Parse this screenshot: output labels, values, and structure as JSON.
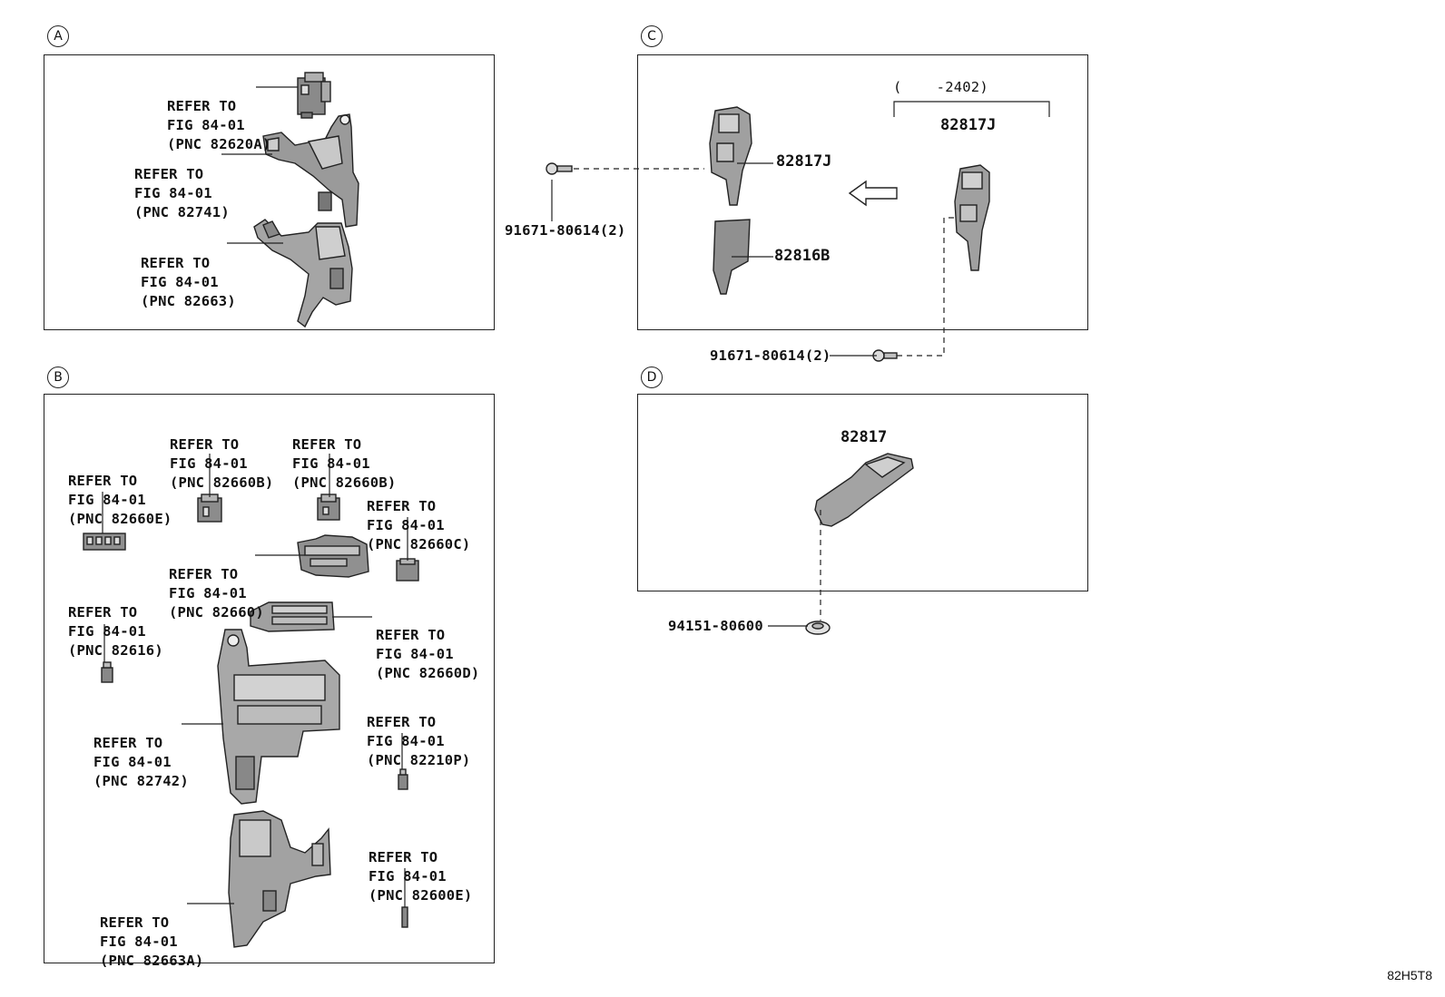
{
  "sections": {
    "a": "A",
    "b": "B",
    "c": "C",
    "d": "D"
  },
  "refer": {
    "line1": "REFER TO",
    "line2": "FIG 84-01"
  },
  "panel_a": {
    "pnc1": "(PNC 82620A)",
    "pnc2": "(PNC 82741)",
    "pnc3": "(PNC 82663)"
  },
  "panel_b": {
    "pnc_82660b_1": "(PNC 82660B)",
    "pnc_82660b_2": "(PNC 82660B)",
    "pnc_82660e": "(PNC 82660E)",
    "pnc_82660c": "(PNC 82660C)",
    "pnc_82660": "(PNC 82660)",
    "pnc_82616": "(PNC 82616)",
    "pnc_82660d": "(PNC 82660D)",
    "pnc_82742": "(PNC 82742)",
    "pnc_82210p": "(PNC 82210P)",
    "pnc_82600e": "(PNC 82600E)",
    "pnc_82663a": "(PNC 82663A)"
  },
  "panel_c": {
    "range": "(    -2402)",
    "part_82817j_a": "82817J",
    "part_82817j_b": "82817J",
    "part_82816b": "82816B",
    "screw_top": "91671-80614(2)",
    "screw_bottom": "91671-80614(2)"
  },
  "panel_d": {
    "part_82817": "82817",
    "clip": "94151-80600"
  },
  "diagram_code": "82H5T8"
}
